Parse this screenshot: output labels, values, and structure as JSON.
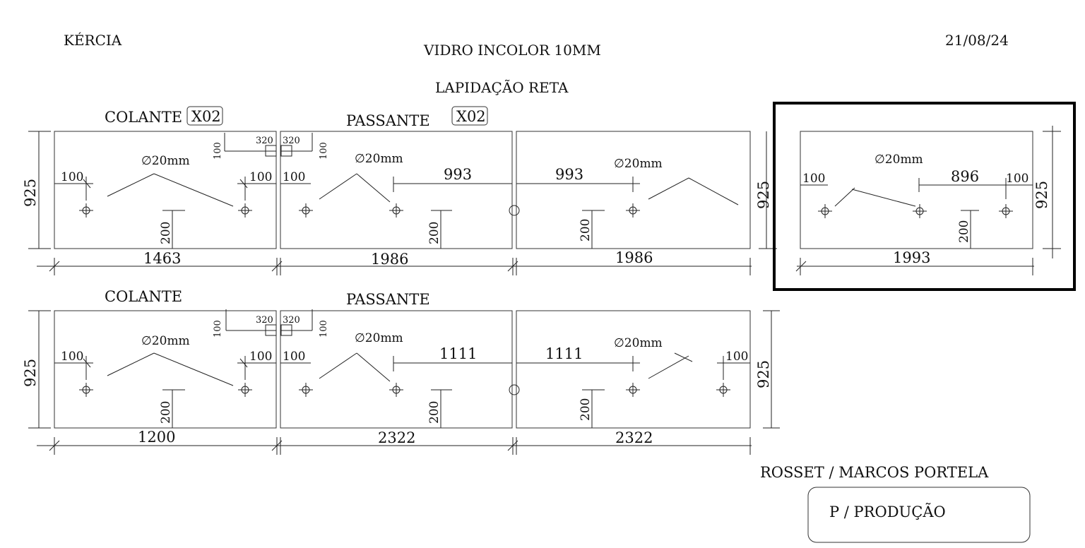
{
  "header": {
    "client": "KÉRCIA",
    "material": "VIDRO INCOLOR 10MM",
    "finish": "LAPIDAÇÃO RETA",
    "date": "21/08/24"
  },
  "row1": {
    "label_colante": "COLANTE",
    "label_passante": "PASSANTE",
    "qty_colante": "X02",
    "qty_passante": "X02",
    "height": "925",
    "widths": [
      "1463",
      "1986",
      "1986"
    ],
    "offset": "993",
    "edge": "100",
    "vertical": "200",
    "notch_w": "320",
    "notch_h": "100",
    "hole": "∅20mm"
  },
  "row2": {
    "label_colante": "COLANTE",
    "label_passante": "PASSANTE",
    "height": "925",
    "widths": [
      "1200",
      "2322",
      "2322"
    ],
    "offset": "1111",
    "edge": "100",
    "vertical": "200",
    "notch_w": "320",
    "notch_h": "100",
    "hole": "∅20mm"
  },
  "single": {
    "height": "925",
    "width": "1993",
    "offset": "896",
    "edge": "100",
    "vertical": "200",
    "hole": "∅20mm"
  },
  "footer": {
    "signature": "ROSSET / MARCOS PORTELA",
    "stamp": "P / PRODUÇÃO"
  }
}
